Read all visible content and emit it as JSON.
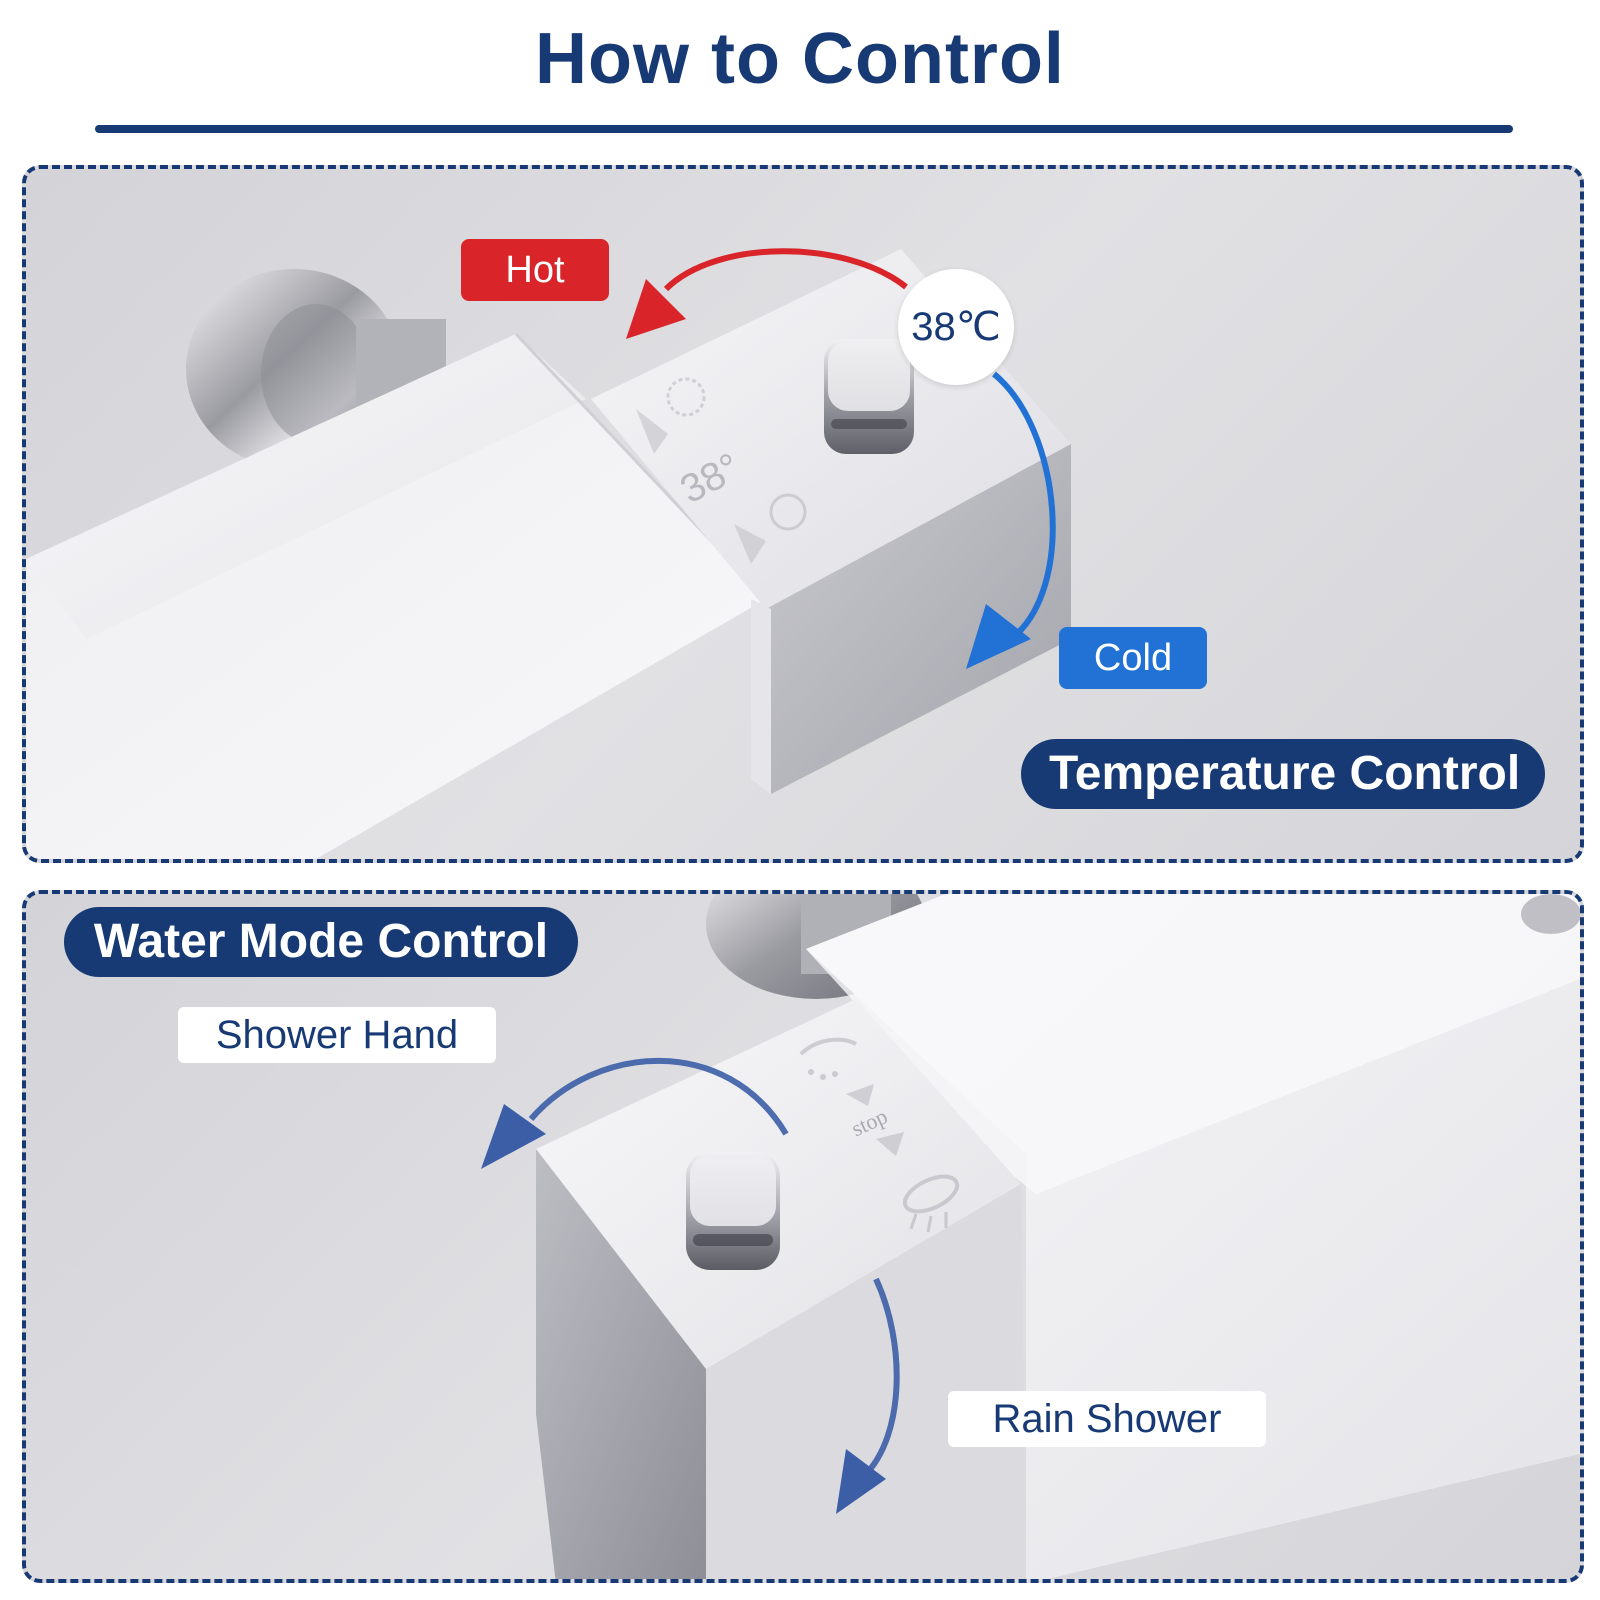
{
  "page": {
    "title": "How to Control"
  },
  "temperature_panel": {
    "section_label": "Temperature Control",
    "hot_label": "Hot",
    "cold_label": "Cold",
    "setpoint_badge": "38℃",
    "engraving_temperature": "38°",
    "hot_color": "#d9252a",
    "cold_color": "#2272d6"
  },
  "water_mode_panel": {
    "section_label": "Water Mode Control",
    "shower_hand_label": "Shower Hand",
    "rain_shower_label": "Rain Shower",
    "engraving_stop": "stop",
    "arrow_color": "#3b5ea7"
  },
  "colors": {
    "brand_navy": "#173a75",
    "panel_background": "#dcdce0"
  },
  "icons": {
    "hot": "snowflake-like-icon",
    "cold": "sun-icon",
    "hand_shower": "hand-shower-icon",
    "rain_shower": "rain-shower-icon"
  }
}
